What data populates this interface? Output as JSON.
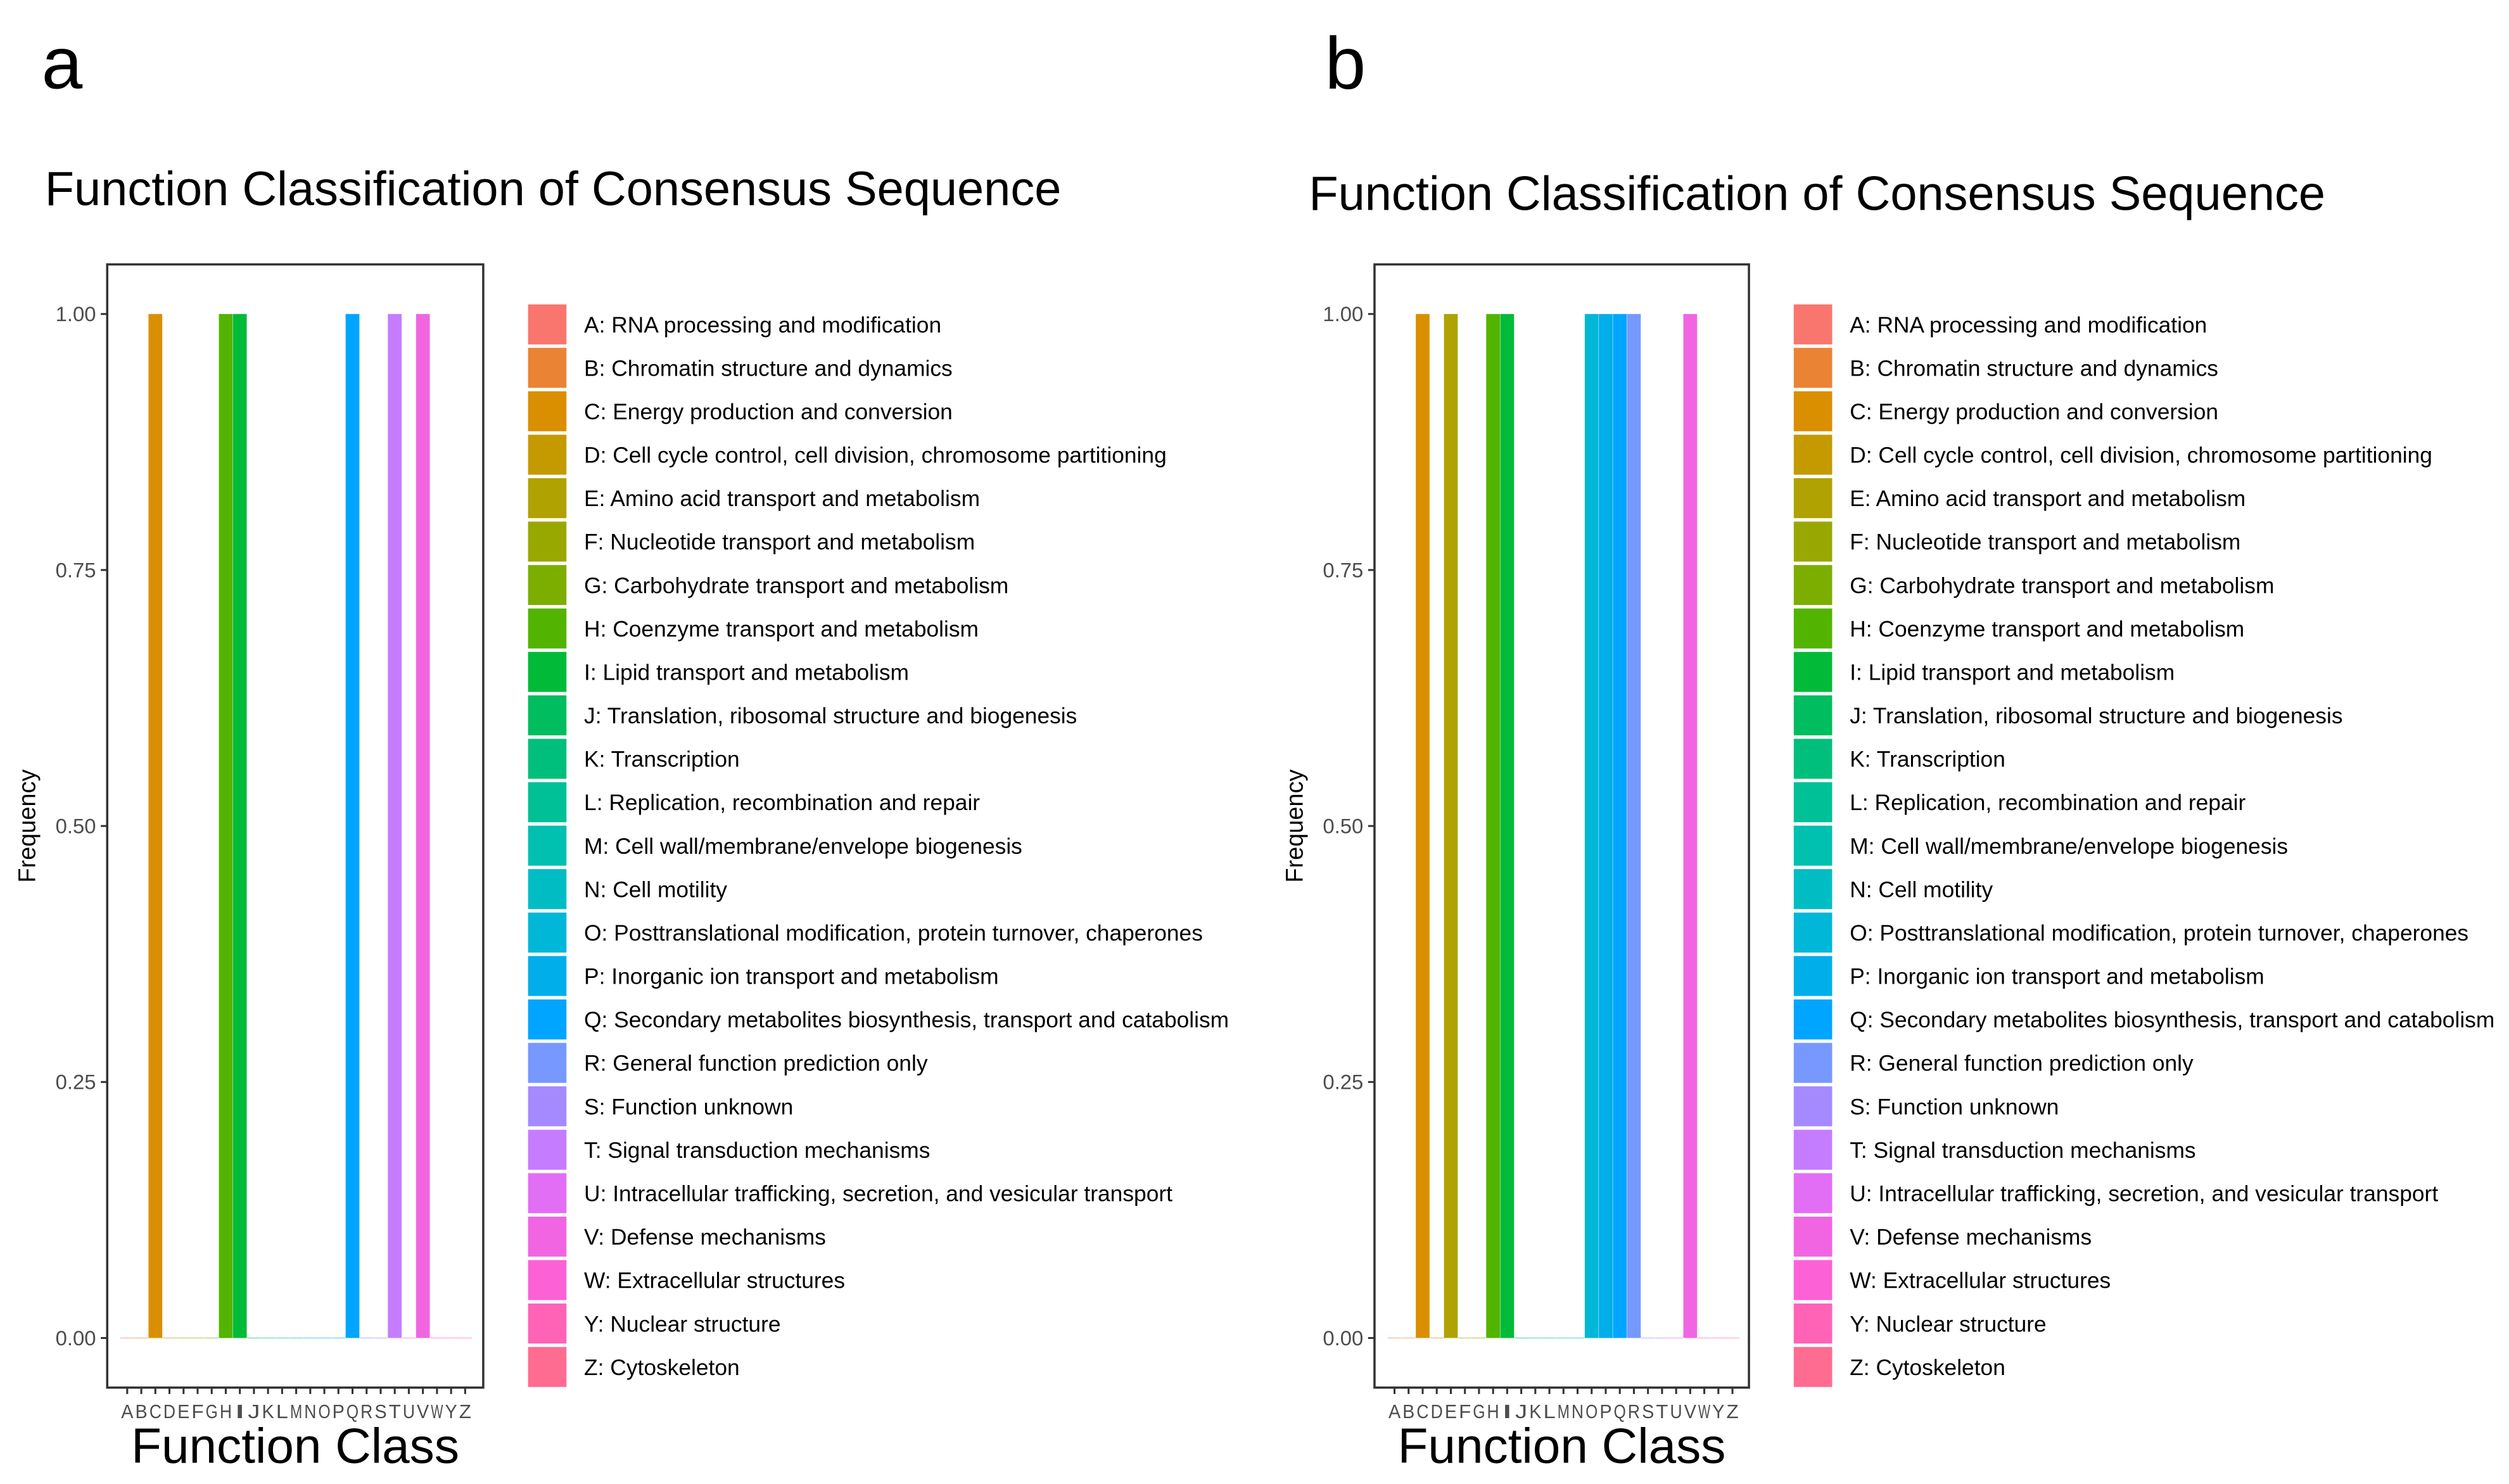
{
  "chart_data": [
    {
      "panel_label": "a",
      "type": "bar",
      "title": "Function Classification of Consensus Sequence",
      "xlabel": "Function Class",
      "ylabel": "Frequency",
      "ylim": [
        0,
        1
      ],
      "yticks": [
        "0.00",
        "0.25",
        "0.50",
        "0.75",
        "1.00"
      ],
      "grid": false,
      "legend_position": "right",
      "categories": [
        "A",
        "B",
        "C",
        "D",
        "E",
        "F",
        "G",
        "H",
        "I",
        "J",
        "K",
        "L",
        "M",
        "N",
        "O",
        "P",
        "Q",
        "R",
        "S",
        "T",
        "U",
        "V",
        "W",
        "Y",
        "Z"
      ],
      "values": [
        0,
        0,
        1,
        0,
        0,
        0,
        0,
        1,
        1,
        0,
        0,
        0,
        0,
        0,
        0,
        0,
        1,
        0,
        0,
        1,
        0,
        1,
        0,
        0,
        0
      ],
      "legend": [
        "A: RNA processing and modification",
        "B: Chromatin structure and dynamics",
        "C: Energy production and conversion",
        "D: Cell cycle control, cell division, chromosome partitioning",
        "E: Amino acid transport and metabolism",
        "F: Nucleotide transport and metabolism",
        "G: Carbohydrate transport and metabolism",
        "H: Coenzyme transport and metabolism",
        "I: Lipid transport and metabolism",
        "J: Translation, ribosomal structure and biogenesis",
        "K: Transcription",
        "L: Replication, recombination and repair",
        "M: Cell wall/membrane/envelope biogenesis",
        "N: Cell motility",
        "O: Posttranslational modification, protein turnover, chaperones",
        "P: Inorganic ion transport and metabolism",
        "Q: Secondary metabolites biosynthesis, transport and catabolism",
        "R: General function prediction only",
        "S: Function unknown",
        "T: Signal transduction mechanisms",
        "U: Intracellular trafficking, secretion, and vesicular transport",
        "V: Defense mechanisms",
        "W: Extracellular structures",
        "Y: Nuclear structure",
        "Z: Cytoskeleton"
      ]
    },
    {
      "panel_label": "b",
      "type": "bar",
      "title": "Function Classification of Consensus Sequence",
      "xlabel": "Function Class",
      "ylabel": "Frequency",
      "ylim": [
        0,
        1
      ],
      "yticks": [
        "0.00",
        "0.25",
        "0.50",
        "0.75",
        "1.00"
      ],
      "grid": false,
      "legend_position": "right",
      "categories": [
        "A",
        "B",
        "C",
        "D",
        "E",
        "F",
        "G",
        "H",
        "I",
        "J",
        "K",
        "L",
        "M",
        "N",
        "O",
        "P",
        "Q",
        "R",
        "S",
        "T",
        "U",
        "V",
        "W",
        "Y",
        "Z"
      ],
      "values": [
        0,
        0,
        1,
        0,
        1,
        0,
        0,
        1,
        1,
        0,
        0,
        0,
        0,
        0,
        1,
        1,
        1,
        1,
        0,
        0,
        0,
        1,
        0,
        0,
        0
      ],
      "legend": [
        "A: RNA processing and modification",
        "B: Chromatin structure and dynamics",
        "C: Energy production and conversion",
        "D: Cell cycle control, cell division, chromosome partitioning",
        "E: Amino acid transport and metabolism",
        "F: Nucleotide transport and metabolism",
        "G: Carbohydrate transport and metabolism",
        "H: Coenzyme transport and metabolism",
        "I: Lipid transport and metabolism",
        "J: Translation, ribosomal structure and biogenesis",
        "K: Transcription",
        "L: Replication, recombination and repair",
        "M: Cell wall/membrane/envelope biogenesis",
        "N: Cell motility",
        "O: Posttranslational modification, protein turnover, chaperones",
        "P: Inorganic ion transport and metabolism",
        "Q: Secondary metabolites biosynthesis, transport and catabolism",
        "R: General function prediction only",
        "S: Function unknown",
        "T: Signal transduction mechanisms",
        "U: Intracellular trafficking, secretion, and vesicular transport",
        "V: Defense mechanisms",
        "W: Extracellular structures",
        "Y: Nuclear structure",
        "Z: Cytoskeleton"
      ]
    }
  ],
  "colors": [
    "#F8766D",
    "#EB8335",
    "#DA8F00",
    "#C49A00",
    "#B0A200",
    "#99A800",
    "#7CAE00",
    "#53B400",
    "#00BA38",
    "#00BD5F",
    "#00BF7D",
    "#00C097",
    "#00C0AF",
    "#00BDC4",
    "#00B7D8",
    "#00AEEA",
    "#00A5FF",
    "#7799FF",
    "#A58AFF",
    "#C67CFF",
    "#E36EF6",
    "#F165E2",
    "#FC61D5",
    "#FF63B6",
    "#FF6C91"
  ]
}
